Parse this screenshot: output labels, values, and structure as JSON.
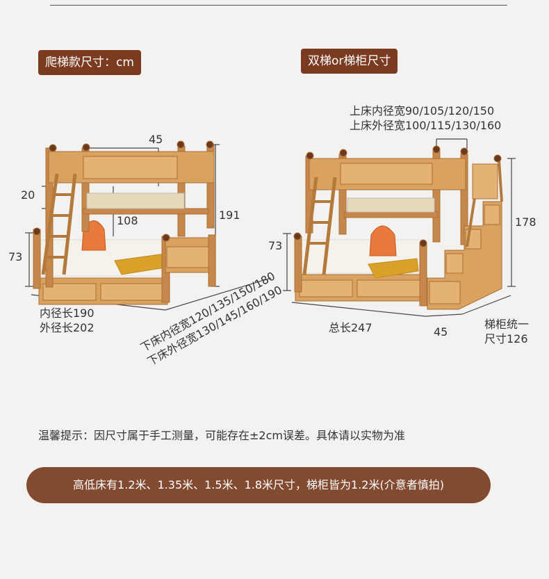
{
  "colors": {
    "tag_bg": "#7a3b20",
    "pill_bg": "#824a30",
    "wood": "#d9a25e",
    "wood_dark": "#b47a3c",
    "mattress": "#f5f2ec",
    "blanket": "#d9a129",
    "house": "#e87b3c",
    "dim_line": "#444444"
  },
  "left": {
    "tag": "爬梯款尺寸：cm",
    "d_top": "45",
    "d_ladder": "20",
    "d_shelf": "108",
    "d_height": "191",
    "d_lower": "73",
    "len_inner": "内径长190",
    "len_outer": "外径长202",
    "w_inner": "下床内径宽120/135/150/180",
    "w_outer": "下床外径宽130/145/160/190"
  },
  "right": {
    "tag": "双梯or梯柜尺寸",
    "upper_inner": "上床内径宽90/105/120/150",
    "upper_outer": "上床外径宽100/115/130/160",
    "d_height": "178",
    "d_lower": "73",
    "total_len": "总长247",
    "d_step": "45",
    "cab_1": "梯柜统一",
    "cab_2": "尺寸126"
  },
  "note": "温馨提示：因尺寸属于手工测量，可能存在±2cm误差。具体请以实物为准",
  "banner": "高低床有1.2米、1.35米、1.5米、1.8米尺寸，梯柜皆为1.2米(介意者慎拍)"
}
